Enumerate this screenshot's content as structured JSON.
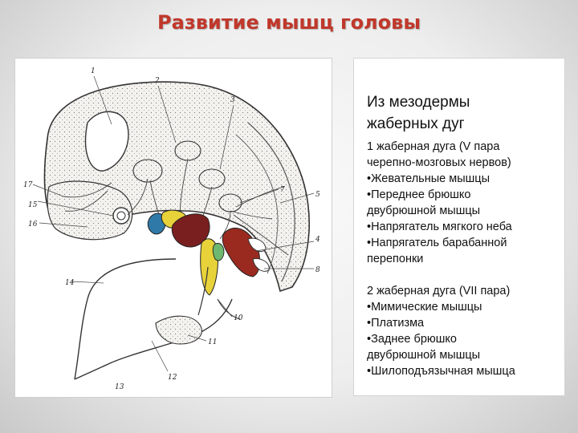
{
  "slide": {
    "title": "Развитие мышц головы"
  },
  "figure": {
    "labels": [
      "1",
      "2",
      "3",
      "4",
      "5",
      "7",
      "8",
      "10",
      "11",
      "12",
      "13",
      "14",
      "15",
      "16",
      "17"
    ],
    "colors": {
      "blue": "#2f79a8",
      "yellow": "#e8d23a",
      "maroon": "#7a1f1f",
      "red_brown": "#9a2a20",
      "stipple": "#f3f1ec",
      "outline": "#333333"
    }
  },
  "text": {
    "heading_1": "Из мезодермы",
    "heading_2": "жаберных дуг",
    "arch1": [
      "1 жаберная дуга (V пара",
      "черепно-мозговых нервов)",
      "•Жевательные мышцы",
      "•Переднее брюшко",
      "двубрюшной мышцы",
      "•Напрягатель мягкого неба",
      "•Напрягатель барабанной",
      "перепонки"
    ],
    "arch2": [
      "2 жаберная дуга (VII пара)",
      "•Мимические мышцы",
      "•Платизма",
      "•Заднее брюшко",
      "двубрюшной мышцы",
      "•Шилоподъязычная мышца"
    ]
  }
}
